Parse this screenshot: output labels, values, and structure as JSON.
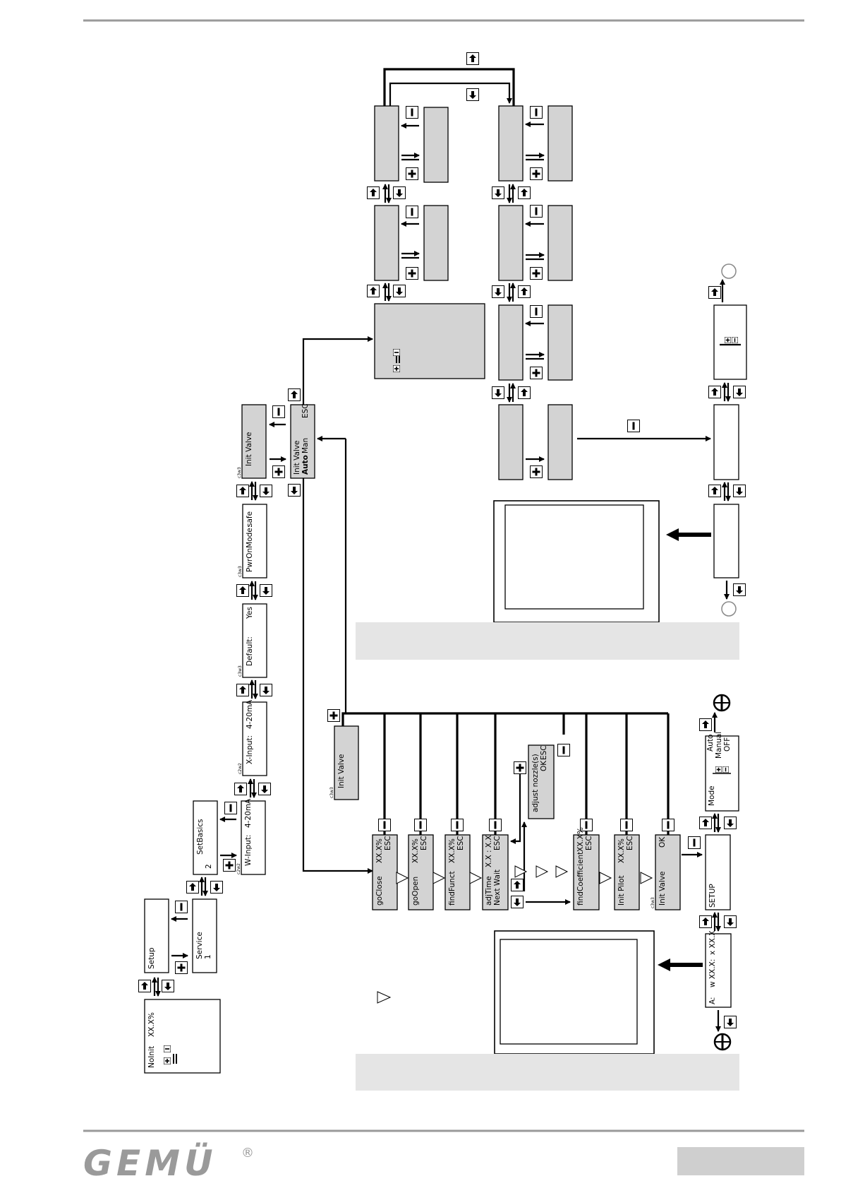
{
  "footer": {
    "brand": "GEMÜ",
    "reg": "®"
  },
  "legend_caption_a": "",
  "legend_caption_b": "",
  "screens": {
    "noinit": {
      "l1": "NoInit",
      "l2": "XX.X%"
    },
    "setup": {
      "l1": "Setup"
    },
    "service": {
      "l1": "Service",
      "l2": "1"
    },
    "setbasics": {
      "l1": "SetBasics",
      "l2": "2"
    },
    "winput": {
      "tag": "c2w2",
      "l1": "W-Input:",
      "l2": "4-20mA"
    },
    "xinput": {
      "tag": "c2w2",
      "l1": "X-Input:",
      "l2": "4-20mA"
    },
    "default": {
      "tag": "c3w3",
      "l1": "Default:",
      "l2": "Yes"
    },
    "pwronmode": {
      "tag": "c3w3",
      "l1": "PwrOnMode:",
      "l2": "safe"
    },
    "initvalve_a": {
      "tag": "c3w3",
      "l1": "Init Valve"
    },
    "initvalve_b": {
      "l1": "Init Valve",
      "l2": "Auto",
      "l3": "Man",
      "l4": "ESC"
    },
    "initvalve_c": {
      "tag": "c3w3",
      "l1": "Init Valve"
    },
    "goclose": {
      "l1": "goClose",
      "l2": "XX.X%",
      "l3": "ESC"
    },
    "goopen": {
      "l1": "goOpen",
      "l2": "XX.X%",
      "l3": "ESC"
    },
    "findfunct": {
      "l1": "findFunct",
      "l2": "XX.X%",
      "l3": "ESC"
    },
    "adjtime": {
      "l1": "adjTime",
      "l1b": "Next  Wait",
      "l2": "X.X : X.X",
      "l3": "ESC"
    },
    "adjust": {
      "l1": "adjust nozzle(s)",
      "l2": "OK",
      "l3": "ESC"
    },
    "findcoeff": {
      "l1": "findCoefficient",
      "l2": "XX.X%",
      "l3": "ESC"
    },
    "initpilot": {
      "l1": "Init Pilot",
      "l2": "XX.X%",
      "l3": "ESC"
    },
    "initvalve_d": {
      "tag": "c3w3",
      "l1": "Init Valve",
      "l2": "OK"
    },
    "setupscr": {
      "l1": "SETUP"
    },
    "mode": {
      "l1": "Mode",
      "l2": "Auto",
      "l3": "Manual",
      "l4": "OFF"
    },
    "ascreen": {
      "l1": "A:",
      "l2": "w XX.X:",
      "l3": "x XX.X"
    }
  }
}
